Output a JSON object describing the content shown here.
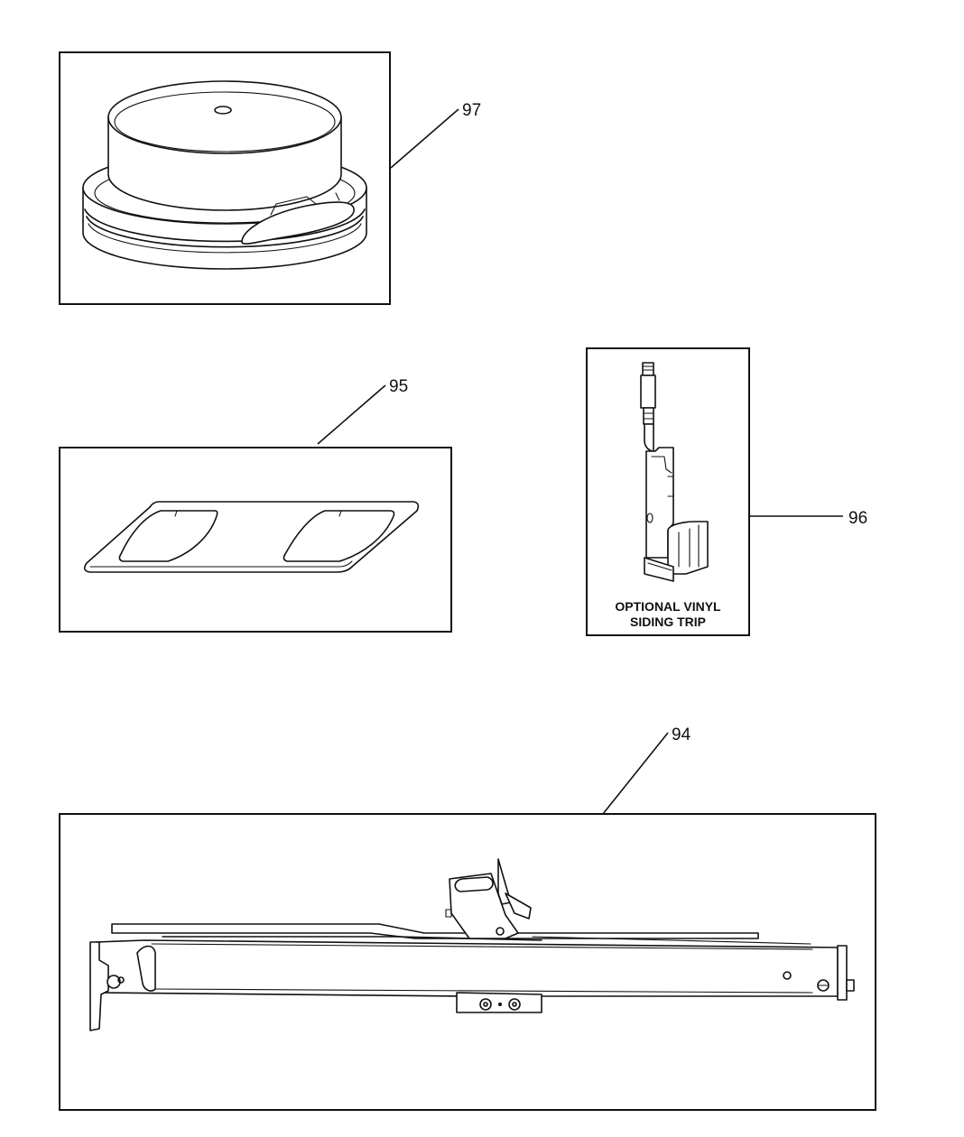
{
  "callouts": {
    "part_97": "97",
    "part_95": "95",
    "part_96": "96",
    "part_94": "94"
  },
  "captions": {
    "vinyl_trip_line1": "OPTIONAL VINYL",
    "vinyl_trip_line2": "SIDING TRIP"
  },
  "colors": {
    "ink": "#111111",
    "background": "#ffffff"
  }
}
